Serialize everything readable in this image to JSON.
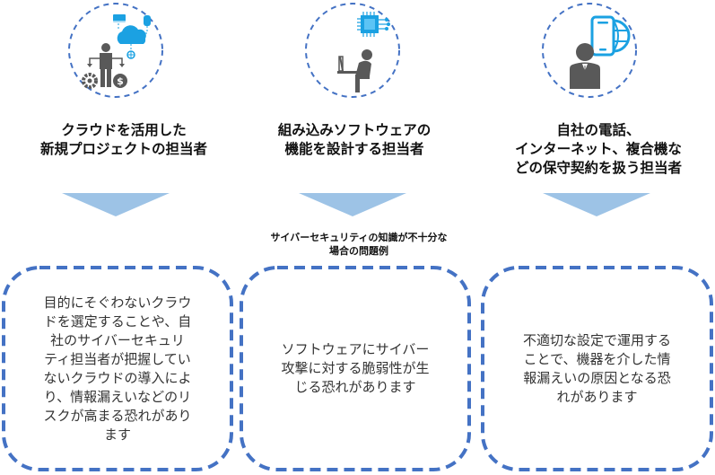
{
  "colors": {
    "dash_blue": "#4472c4",
    "arrow_blue": "#9dc3e6",
    "icon_gray": "#595959",
    "icon_cyan": "#1ba1e2"
  },
  "header": {
    "center_label_lines": [
      "サイバーセキュリティの知識が不十分な",
      "場合の問題例"
    ]
  },
  "columns": [
    {
      "icon": "cloud-manager-icon",
      "title_lines": [
        "クラウドを活用した",
        "新規プロジェクトの担当者"
      ],
      "problem_lines": [
        "目的にそぐわないクラウ",
        "ドを選定することや、自",
        "社のサイバーセキュリ",
        "ティ担当者が把握してい",
        "ないクラウドの導入によ",
        "り、情報漏えいなどのリ",
        "スクが高まる恐れがあり",
        "ます"
      ]
    },
    {
      "icon": "embedded-developer-icon",
      "title_lines": [
        "組み込みソフトウェアの",
        "機能を設計する担当者"
      ],
      "problem_lines": [
        "ソフトウェアにサイバー",
        "攻撃に対する脆弱性が生",
        "じる恐れがあります"
      ]
    },
    {
      "icon": "telecom-contract-icon",
      "title_lines": [
        "自社の電話、",
        "インターネット、複合機な",
        "どの保守契約を扱う担当者"
      ],
      "problem_lines": [
        "不適切な設定で運用する",
        "ことで、機器を介した情",
        "報漏えいの原因となる恐",
        "れがあります"
      ]
    }
  ]
}
